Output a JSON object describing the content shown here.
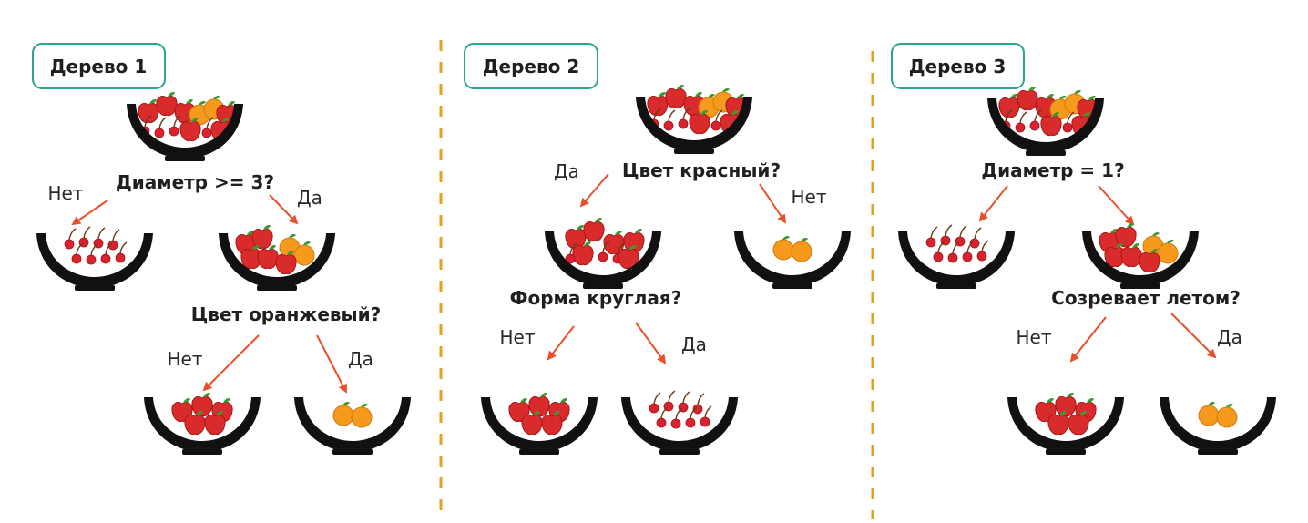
{
  "colors": {
    "accent_border": "#2ba58f",
    "arrow": "#e8502a",
    "divider": "#e2a21f",
    "bowl": "#111111"
  },
  "trees": [
    {
      "badge": "Дерево 1",
      "nodes": {
        "root": {
          "icon": "bowl-mixed-fruit-icon"
        },
        "no": {
          "icon": "bowl-cherries-icon"
        },
        "yes": {
          "icon": "bowl-apples-oranges-icon"
        },
        "yes_no": {
          "icon": "bowl-apples-icon"
        },
        "yes_yes": {
          "icon": "bowl-oranges-icon"
        }
      },
      "questions": [
        "Диаметр >= 3?",
        "Цвет оранжевый?"
      ],
      "labels": [
        "Нет",
        "Да",
        "Нет",
        "Да"
      ]
    },
    {
      "badge": "Дерево 2",
      "nodes": {
        "root": {
          "icon": "bowl-mixed-fruit-icon"
        },
        "yes": {
          "icon": "bowl-apples-cherries-icon"
        },
        "no": {
          "icon": "bowl-oranges-icon"
        },
        "yes_no": {
          "icon": "bowl-apples-icon"
        },
        "yes_yes": {
          "icon": "bowl-cherries-icon"
        }
      },
      "questions": [
        "Цвет красный?",
        "Форма круглая?"
      ],
      "labels": [
        "Да",
        "Нет",
        "Нет",
        "Да"
      ]
    },
    {
      "badge": "Дерево 3",
      "nodes": {
        "root": {
          "icon": "bowl-mixed-fruit-icon"
        },
        "yes": {
          "icon": "bowl-cherries-icon"
        },
        "no": {
          "icon": "bowl-apples-oranges-icon"
        },
        "no_no": {
          "icon": "bowl-apples-icon"
        },
        "no_yes": {
          "icon": "bowl-oranges-icon"
        }
      },
      "questions": [
        "Диаметр = 1?",
        "Созревает летом?"
      ],
      "labels": [
        "Нет",
        "Да"
      ]
    }
  ]
}
